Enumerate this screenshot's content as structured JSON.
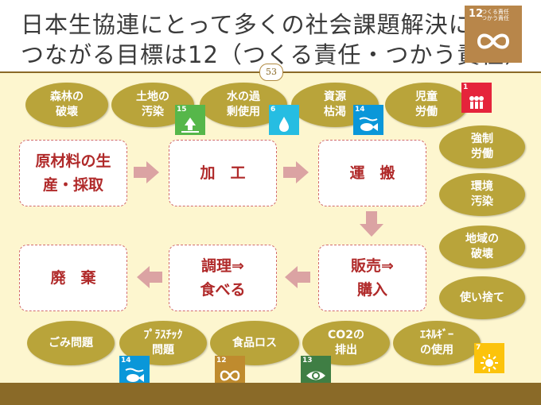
{
  "title": {
    "line1": "日本生協連にとって多くの社会課題解決に",
    "line2": "つながる目標は12（つくる責任・つかう責任）"
  },
  "goal_badge": {
    "number": "12",
    "label_line1": "つくる責任",
    "label_line2": "つかう責任",
    "color": "#b8864a"
  },
  "page_number": "53",
  "top_ovals": [
    {
      "line1": "森林の",
      "line2": "破壊"
    },
    {
      "line1": "土地の",
      "line2": "汚染"
    },
    {
      "line1": "水の過",
      "line2": "剰使用"
    },
    {
      "line1": "資源",
      "line2": "枯渇"
    },
    {
      "line1": "児童",
      "line2": "労働"
    }
  ],
  "right_ovals": [
    {
      "line1": "強制",
      "line2": "労働"
    },
    {
      "line1": "環境",
      "line2": "汚染"
    },
    {
      "line1": "地域の",
      "line2": "破壊"
    },
    {
      "line1": "使い捨て",
      "line2": ""
    }
  ],
  "bottom_ovals": [
    {
      "line1": "ごみ問題",
      "line2": ""
    },
    {
      "line1": "ﾌﾟﾗｽﾁｯｸ",
      "line2": "問題"
    },
    {
      "line1": "食品ロス",
      "line2": ""
    },
    {
      "line1": "CO2の",
      "line2": "排出"
    },
    {
      "line1": "ｴﾈﾙｷﾞｰ",
      "line2": "の使用"
    }
  ],
  "process": {
    "raw_material": {
      "line1": "原材料の生",
      "line2": "産・採取"
    },
    "processing": "加　工",
    "transport": "運　搬",
    "sales": {
      "line1": "販売⇒",
      "line2": "購入"
    },
    "cooking": {
      "line1": "調理⇒",
      "line2": "食べる"
    },
    "disposal": "廃　棄"
  },
  "sdg_icons": [
    {
      "number": "15",
      "icon": "life-on-land-icon",
      "color": "#56b74a"
    },
    {
      "number": "6",
      "icon": "clean-water-icon",
      "color": "#26bde2"
    },
    {
      "number": "14",
      "icon": "life-below-water-icon",
      "color": "#0a97d9"
    },
    {
      "number": "1",
      "icon": "no-poverty-icon",
      "color": "#e5243b"
    },
    {
      "number": "14",
      "icon": "life-below-water-icon",
      "color": "#0a97d9"
    },
    {
      "number": "12",
      "icon": "infinity-icon",
      "color": "#bf8b2e"
    },
    {
      "number": "13",
      "icon": "climate-eye-icon",
      "color": "#3f7e44"
    },
    {
      "number": "7",
      "icon": "sun-energy-icon",
      "color": "#fcc30b"
    }
  ],
  "colors": {
    "oval": "#b9a43a",
    "box_text": "#b02a2a",
    "arrow": "#dba3a3",
    "background": "#fdf6cf",
    "bar": "#8a6a28"
  }
}
